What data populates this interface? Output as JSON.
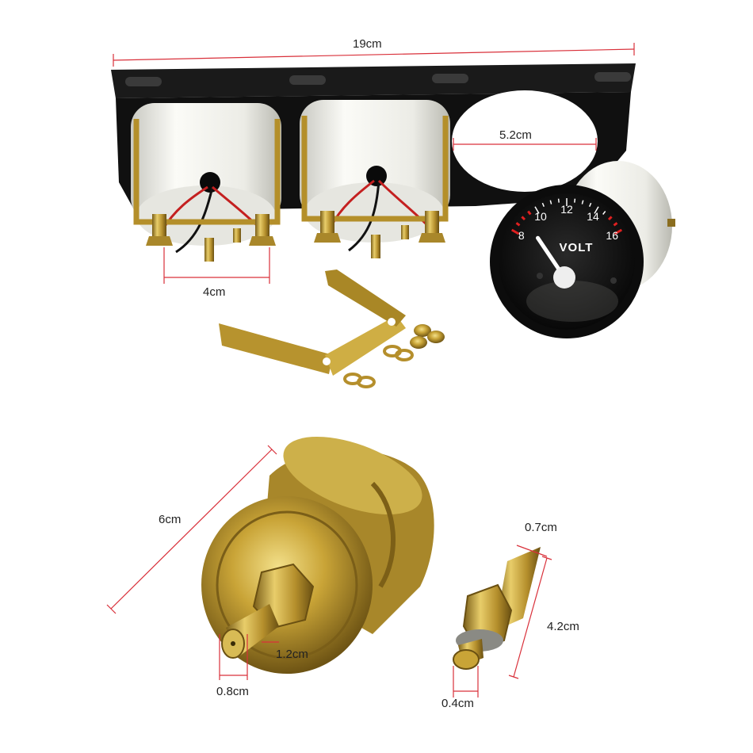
{
  "colors": {
    "dimension_line": "#d9303a",
    "bracket": "#141414",
    "brass": "#c9a437",
    "brass_dark": "#8a6d1f",
    "gauge_housing": "#f2f2ee",
    "gauge_face": "#111111",
    "needle": "#ffffff",
    "tick_red": "#e02020"
  },
  "dimensions": {
    "panel_width": "19cm",
    "hole_diameter": "5.2cm",
    "stud_spacing": "4cm",
    "oil_sender_height": "6cm",
    "oil_sender_thread": "1.2cm",
    "oil_sender_tip": "0.8cm",
    "temp_sender_hex": "0.7cm",
    "temp_sender_length": "4.2cm",
    "temp_sender_tip": "0.4cm"
  },
  "volt_gauge": {
    "label": "VOLT",
    "ticks": [
      "8",
      "10",
      "12",
      "14",
      "16"
    ],
    "reading": 8.4
  }
}
